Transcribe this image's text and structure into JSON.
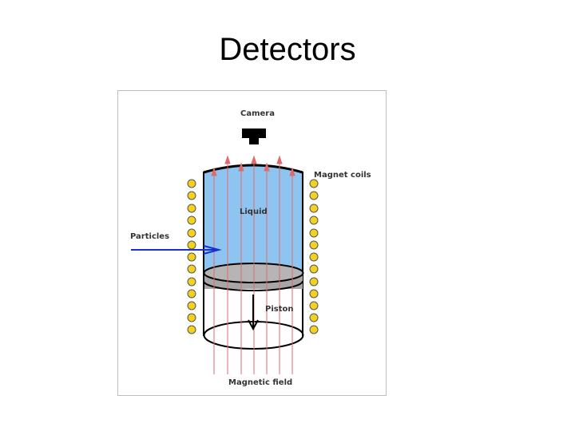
{
  "slide": {
    "title": "Detectors"
  },
  "diagram": {
    "labels": {
      "camera": "Camera",
      "magnet_coils": "Magnet coils",
      "liquid": "Liquid",
      "particles": "Particles",
      "piston": "Piston",
      "magnetic_field": "Magnetic field"
    },
    "colors": {
      "liquid": "#8ec5f0",
      "piston": "#a6a6a6",
      "coil": "#f2d21f",
      "field_line": "#e06a6a",
      "particle_beam": "#1a2fd0"
    }
  }
}
